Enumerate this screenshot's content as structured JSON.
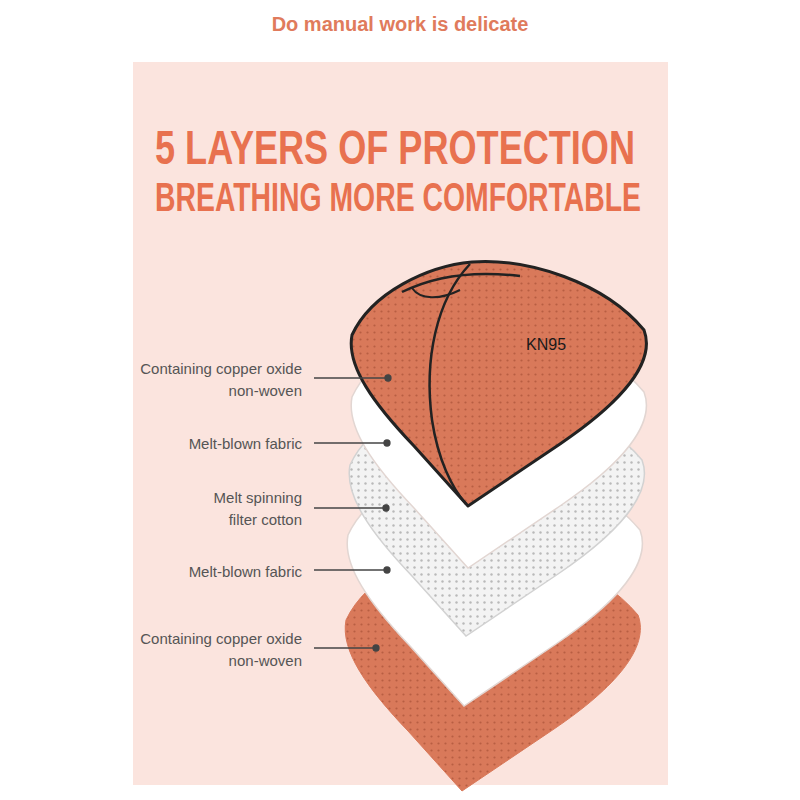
{
  "diagram": {
    "title": "5 LAYERS OF PROTECTION",
    "labels": [
      "Do manual work is delicate",
      "BREATHING MORE COMFORTABLE",
      "Containing copper oxide non-woven",
      "Melt-blown fabric",
      "Melt spinning filter cotton",
      "Melt-blown fabric",
      "Containing copper oxide non-woven",
      "KN95"
    ]
  }
}
